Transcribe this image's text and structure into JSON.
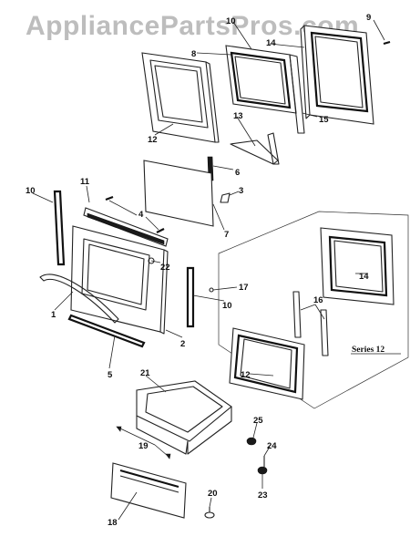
{
  "watermark": "AppliancePartsPros.com",
  "callouts": {
    "c1": "1",
    "c2": "2",
    "c3": "3",
    "c4": "4",
    "c5": "5",
    "c6": "6",
    "c7": "7",
    "c8": "8",
    "c9": "9",
    "c10a": "10",
    "c10b": "10",
    "c10c": "10",
    "c11": "11",
    "c12a": "12",
    "c12b": "12",
    "c13": "13",
    "c14a": "14",
    "c14b": "14",
    "c15": "15",
    "c16": "16",
    "c17": "17",
    "c18": "18",
    "c19": "19",
    "c20": "20",
    "c21": "21",
    "c22": "22",
    "c23": "23",
    "c24": "24",
    "c25": "25"
  },
  "series_label": "Series 12"
}
